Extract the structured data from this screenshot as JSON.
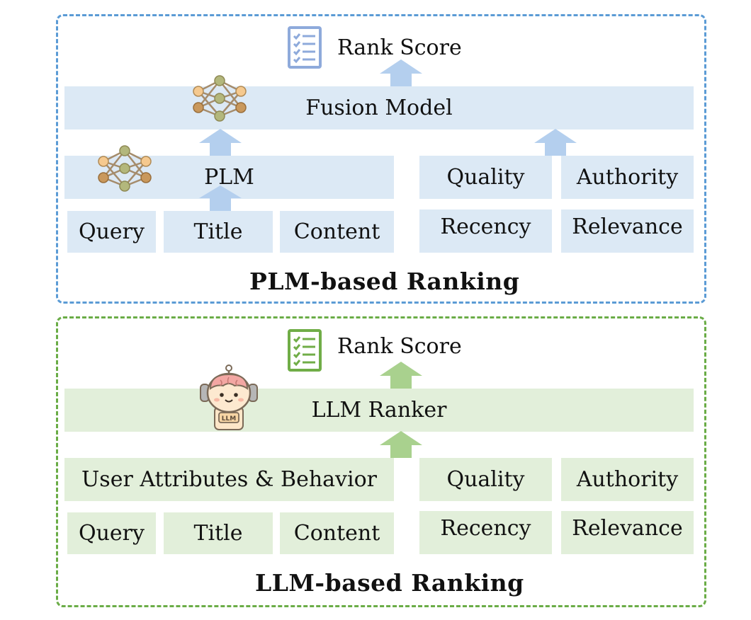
{
  "plm_panel": {
    "rank_score": "Rank Score",
    "fusion_model": "Fusion Model",
    "plm": "PLM",
    "inputs": [
      "Query",
      "Title",
      "Content"
    ],
    "features_top": [
      "Quality",
      "Authority"
    ],
    "features_bottom": [
      "Recency",
      "Relevance"
    ],
    "title": "PLM-based Ranking",
    "color": "#5b9bd5",
    "fill": "#dce9f5"
  },
  "llm_panel": {
    "rank_score": "Rank Score",
    "llm_ranker": "LLM Ranker",
    "user_attributes": "User Attributes & Behavior",
    "inputs": [
      "Query",
      "Title",
      "Content"
    ],
    "features_top": [
      "Quality",
      "Authority"
    ],
    "features_bottom": [
      "Recency",
      "Relevance"
    ],
    "title": "LLM-based Ranking",
    "robot_label": "LLM",
    "color": "#6aac46",
    "fill": "#e2efda"
  }
}
